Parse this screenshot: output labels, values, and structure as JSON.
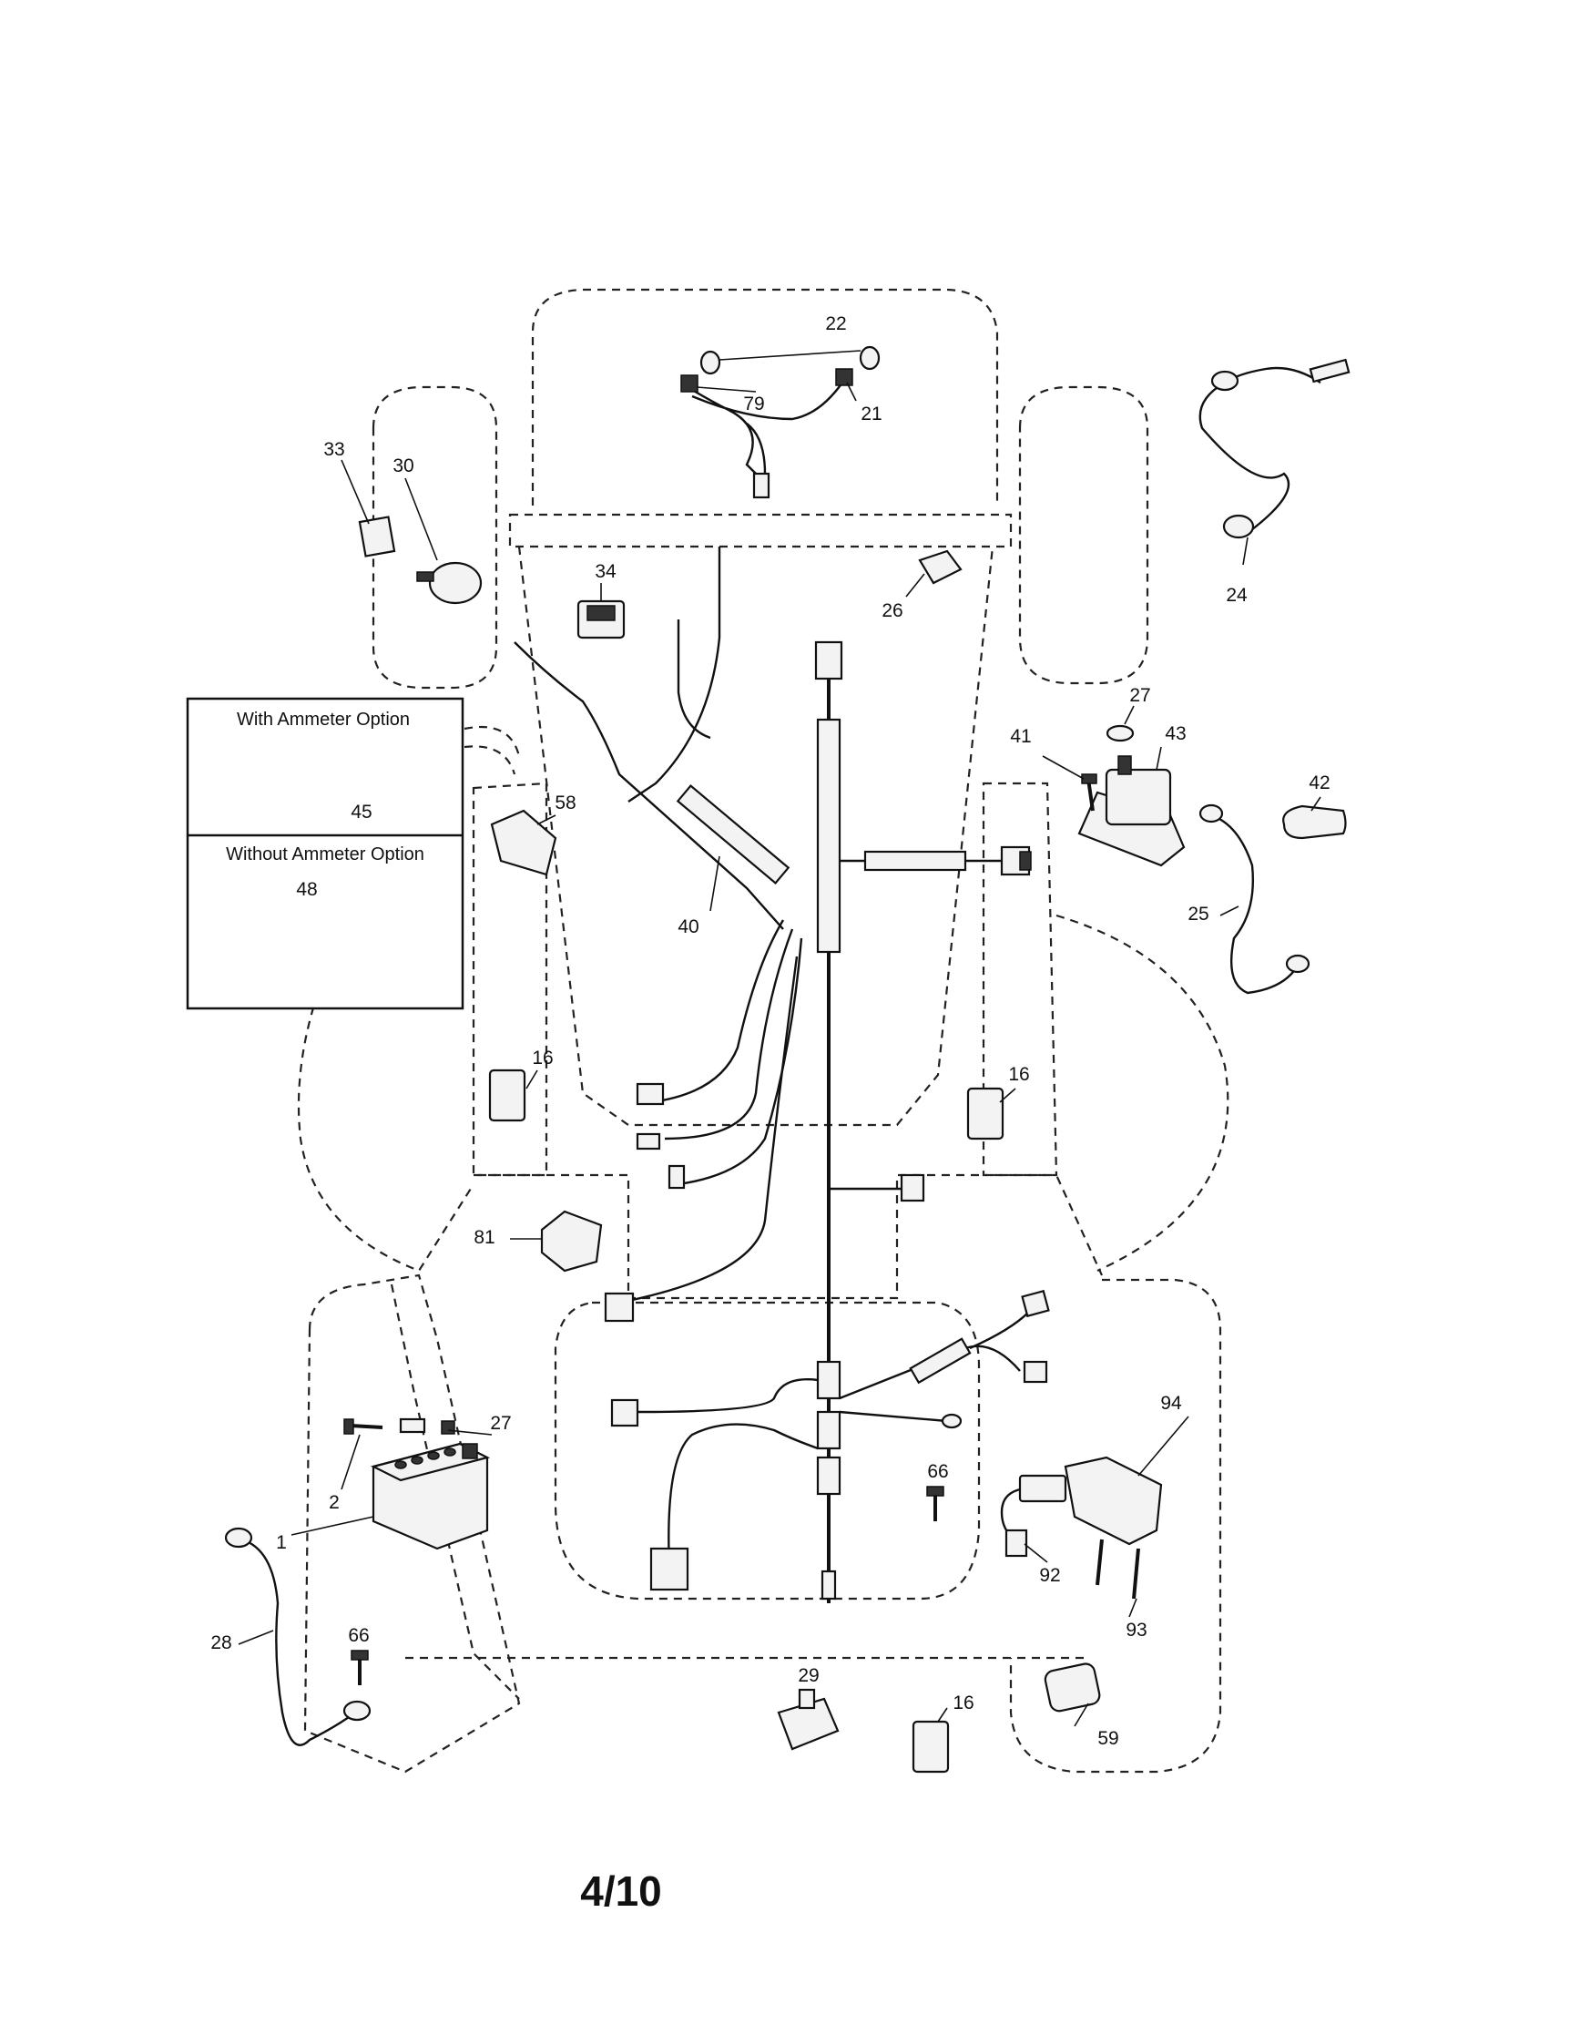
{
  "options": {
    "with_ammeter": "With Ammeter Option",
    "without_ammeter": "Without Ammeter Option"
  },
  "callouts": {
    "c22": "22",
    "c79": "79",
    "c21": "21",
    "c33": "33",
    "c30": "30",
    "c34": "34",
    "c26": "26",
    "c24": "24",
    "c27a": "27",
    "c43": "43",
    "c41": "41",
    "c42": "42",
    "c45": "45",
    "c58": "58",
    "c48": "48",
    "c40": "40",
    "c25": "25",
    "c16a": "16",
    "c16b": "16",
    "c81": "81",
    "c94": "94",
    "c27b": "27",
    "c2": "2",
    "c1": "1",
    "c66a": "66",
    "c92": "92",
    "c93": "93",
    "c28": "28",
    "c66b": "66",
    "c29": "29",
    "c16c": "16",
    "c59": "59"
  },
  "page_number": "4/10"
}
